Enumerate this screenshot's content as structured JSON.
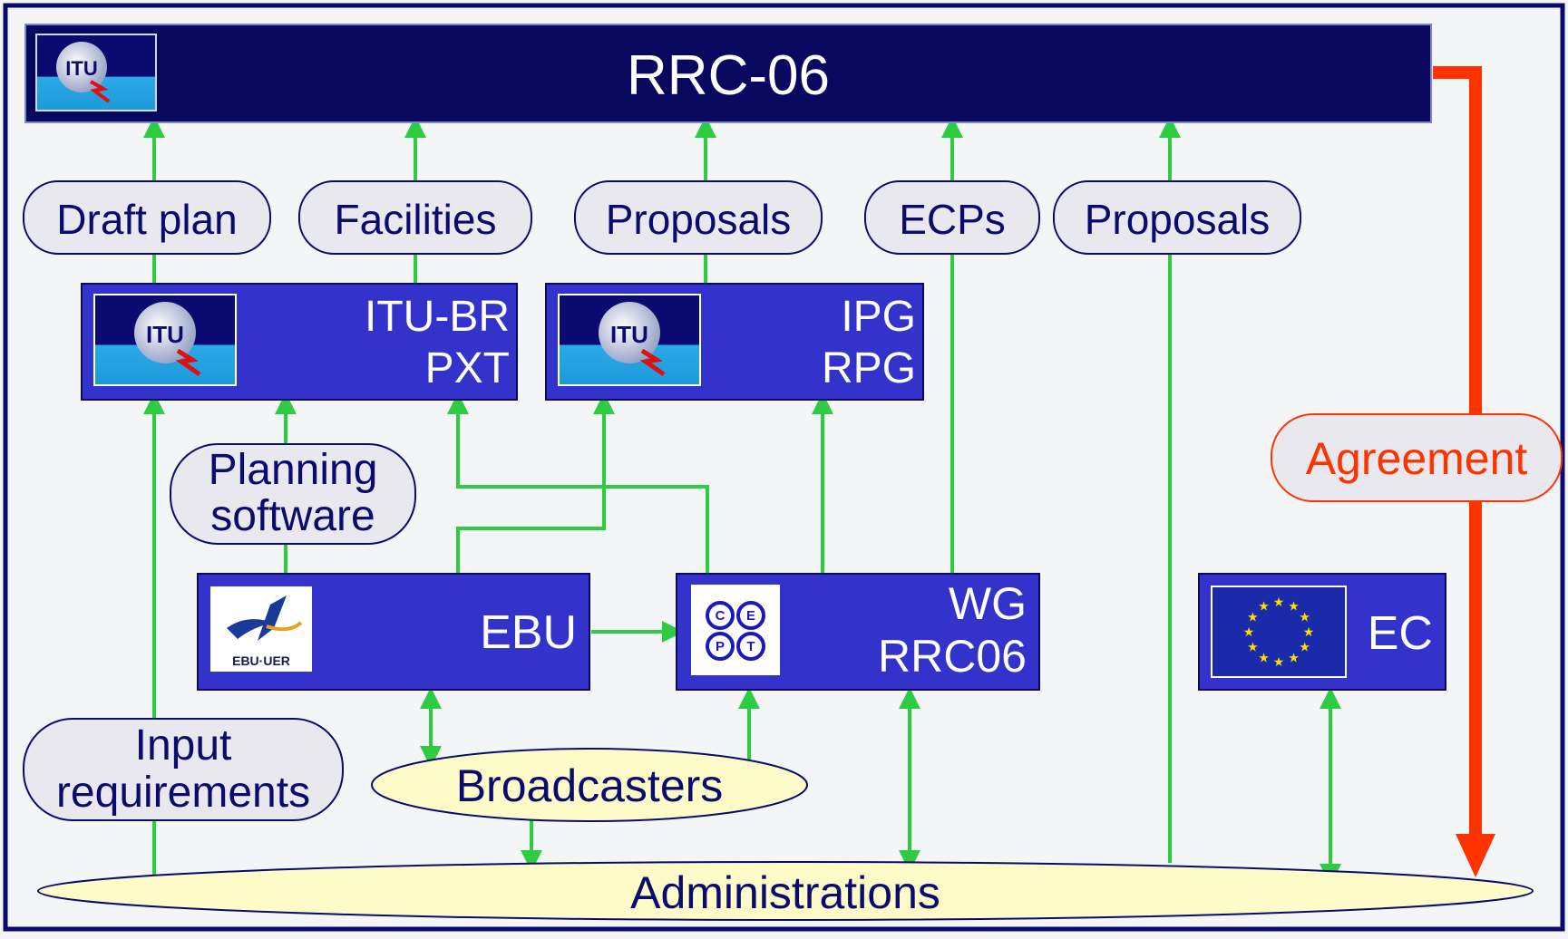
{
  "title": "RRC-06",
  "colors": {
    "frame": "#0a0a6e",
    "title_bar": "#08085e",
    "box_fill": "#3333cc",
    "box_border": "#0a0a5e",
    "arrow_green": "#2ecc40",
    "arrow_red": "#ff3300",
    "pill_fill": "#e8e8ee",
    "ellipse_fill": "#fdfcc8",
    "text_dark": "#0b0b6e",
    "text_white": "#ffffff",
    "agreement_text": "#ff3300"
  },
  "labels": {
    "draft_plan": "Draft plan",
    "facilities": "Facilities",
    "proposals_1": "Proposals",
    "ecps": "ECPs",
    "proposals_2": "Proposals",
    "itu_br_line1": "ITU-BR",
    "itu_br_line2": "PXT",
    "ipg_line1": "IPG",
    "ipg_line2": "RPG",
    "planning_line1": "Planning",
    "planning_line2": "software",
    "agreement": "Agreement",
    "ebu": "EBU",
    "wg_line1": "WG",
    "wg_line2": "RRC06",
    "ec": "EC",
    "input_line1": "Input",
    "input_line2": "requirements",
    "broadcasters": "Broadcasters",
    "administrations": "Administrations"
  },
  "logos": {
    "itu": "ITU",
    "ebu": "EBU·UER",
    "cept_letters": [
      "C",
      "E",
      "P",
      "T"
    ]
  },
  "icons": [
    "itu-logo-icon",
    "ebu-logo-icon",
    "cept-logo-icon",
    "eu-flag-icon"
  ]
}
